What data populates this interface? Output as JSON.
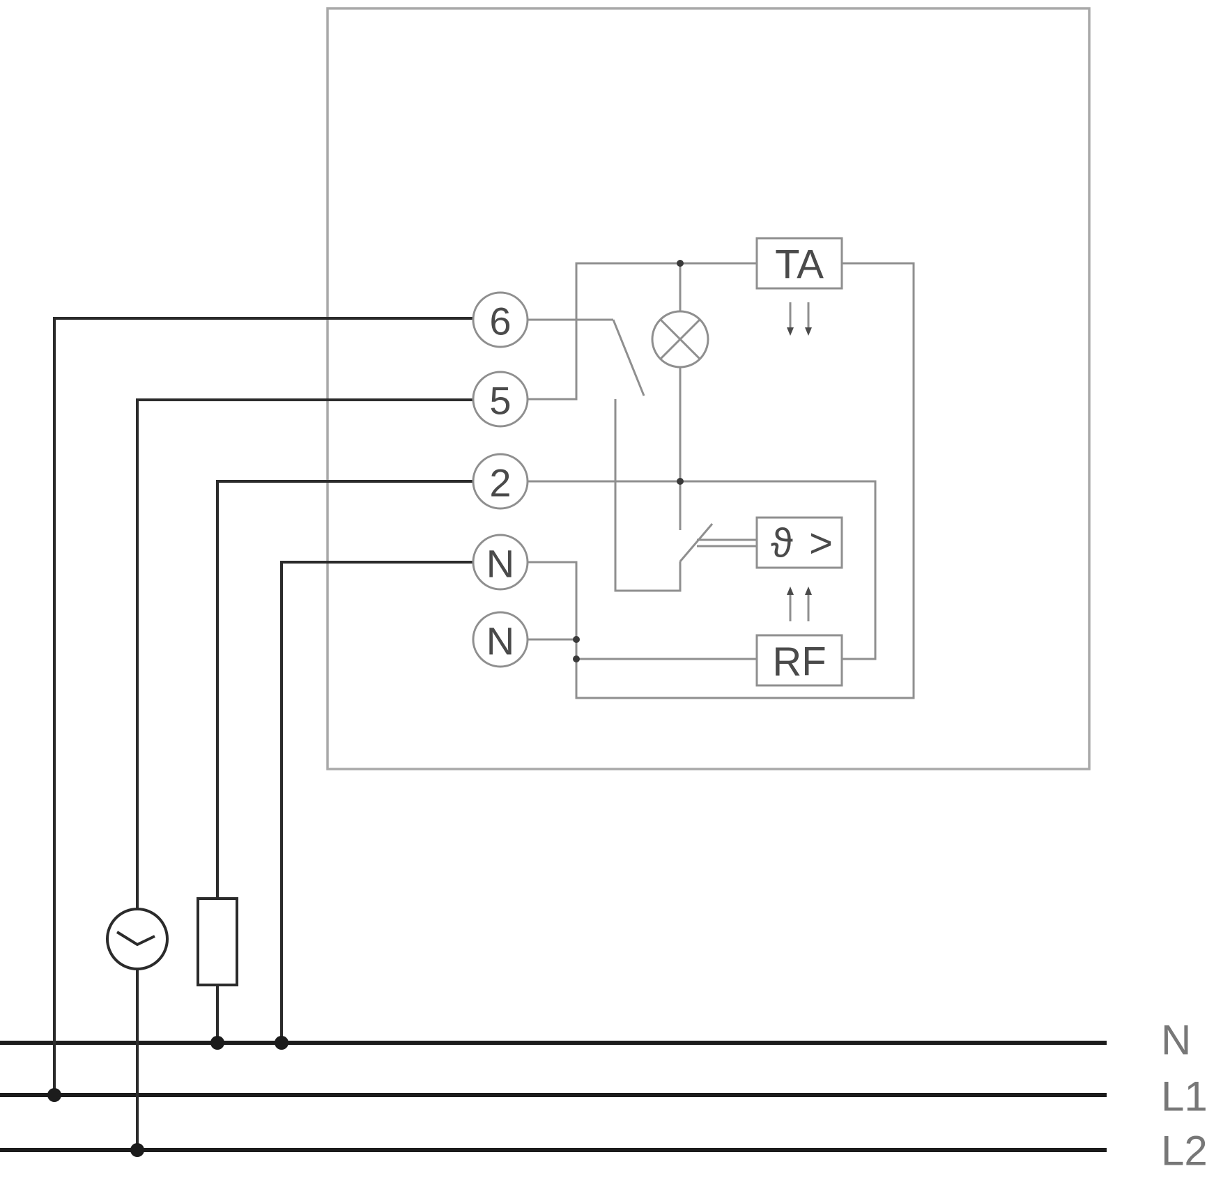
{
  "terminals": {
    "t6": "6",
    "t5": "5",
    "t2": "2",
    "tN1": "N",
    "tN2": "N"
  },
  "modules": {
    "ta": "TA",
    "rf": "RF",
    "thermo_symbol": "ϑ",
    "thermo_compare": ">"
  },
  "bus": {
    "n": "N",
    "l1": "L1",
    "l2": "L2"
  },
  "colors": {
    "external_wiring": "#2b2b2b",
    "internal_wiring": "#8f8f8f",
    "housing": "#a9a9a9"
  }
}
